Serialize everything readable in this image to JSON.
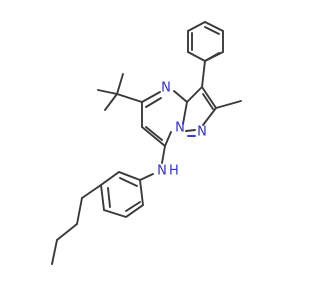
{
  "molecule": {
    "atom_labels": {
      "n_pyrimidine": "N",
      "n_bridgehead": "N",
      "n_pyrazole": "N",
      "nh_n": "N",
      "nh_h": "H"
    },
    "colors": {
      "bond": "#3a3a3a",
      "nitrogen": "#2f2fd6",
      "background": "#ffffff"
    }
  }
}
